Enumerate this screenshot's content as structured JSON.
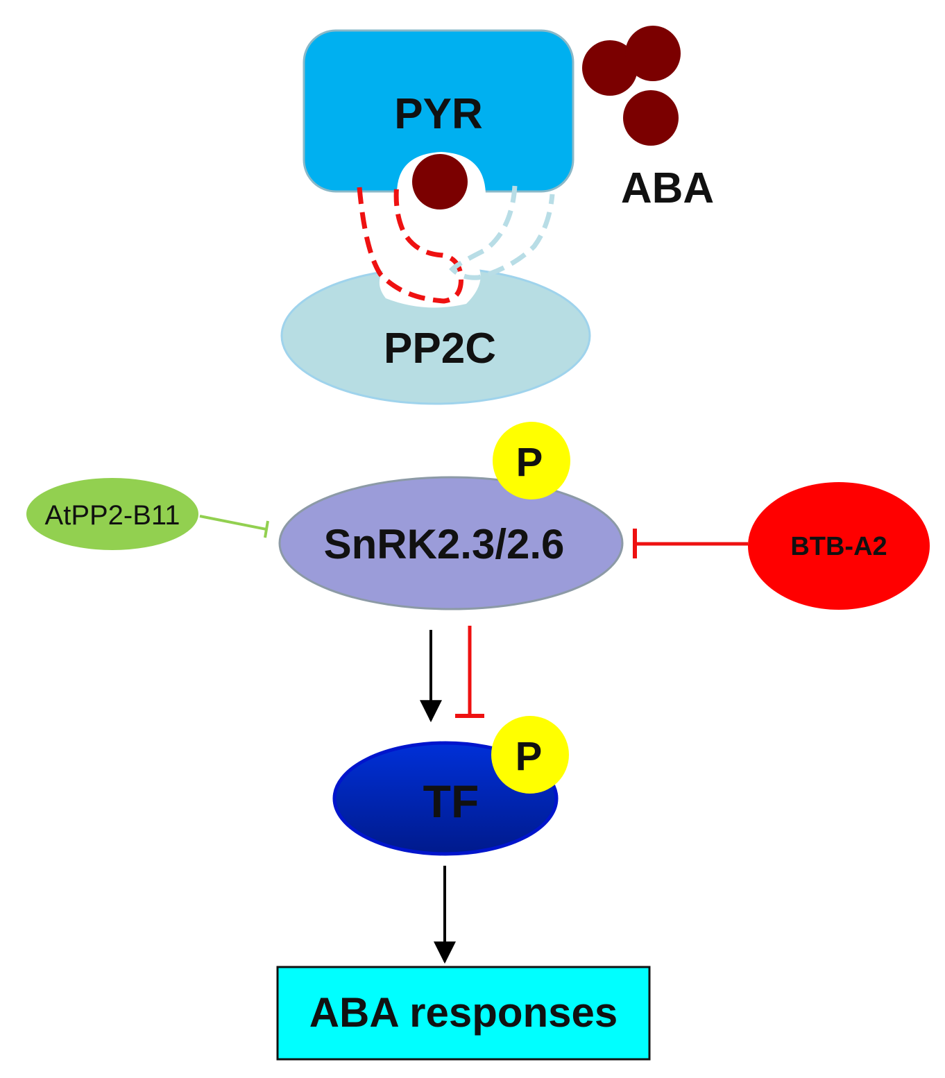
{
  "nodes": {
    "pyr": {
      "label": "PYR",
      "color": "#00b0f0"
    },
    "aba_ligand": {
      "label": "ABA",
      "color": "#7b0000"
    },
    "pp2c": {
      "label": "PP2C",
      "color": "#b7dde3"
    },
    "snrk2": {
      "label": "SnRK2.3/2.6",
      "color": "#9b9cd9"
    },
    "snrk2_phospho": {
      "label": "P",
      "color": "#ffff00"
    },
    "atpp2_b11": {
      "label": "AtPP2-B11",
      "color": "#92d050"
    },
    "btb_a2": {
      "label": "BTB-A2",
      "color": "#ff0000"
    },
    "tf": {
      "label": "TF",
      "color": "#0022c0"
    },
    "tf_phospho": {
      "label": "P",
      "color": "#ffff00"
    },
    "aba_responses": {
      "label": "ABA responses",
      "color": "#00ffff"
    }
  },
  "edges": [
    {
      "from": "atpp2_b11",
      "to": "snrk2",
      "type": "inhibition",
      "color": "#92d050"
    },
    {
      "from": "btb_a2",
      "to": "snrk2",
      "type": "inhibition",
      "color": "#ff0000"
    },
    {
      "from": "snrk2",
      "to": "tf",
      "type": "activation",
      "color": "#000000"
    },
    {
      "from": "snrk2",
      "to": "tf",
      "type": "inhibition",
      "color": "#ff0000"
    },
    {
      "from": "tf",
      "to": "aba_responses",
      "type": "activation",
      "color": "#000000"
    }
  ]
}
